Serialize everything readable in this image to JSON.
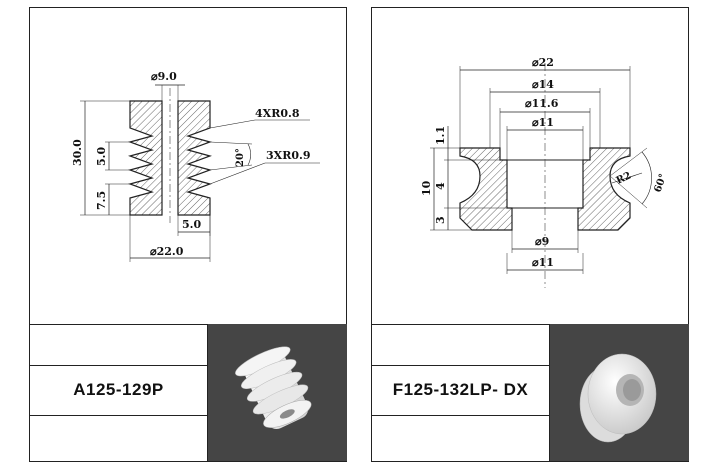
{
  "parts": [
    {
      "name": "A125-129P",
      "dims": {
        "top_dia": "⌀9.0",
        "height": "30.0",
        "pitch": "5.0",
        "bottom_h": "7.5",
        "large_r": "4XR0.8",
        "angle": "20°",
        "small_r": "3XR0.9",
        "wall": "5.0",
        "bottom_dia": "⌀22.0"
      }
    },
    {
      "name": "F125-132LP- DX",
      "dims": {
        "d22": "⌀22",
        "d14": "⌀14",
        "d116": "⌀11.6",
        "d11top": "⌀11",
        "h11": "1.1",
        "h10": "10",
        "h4": "4",
        "h3": "3",
        "r2": "R2",
        "ang60": "60°",
        "d9": "⌀9",
        "d11bot": "⌀11"
      }
    }
  ]
}
